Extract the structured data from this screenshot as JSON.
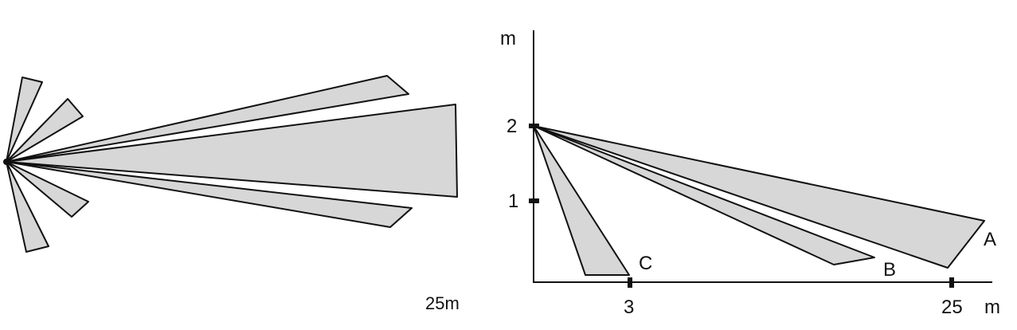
{
  "colors": {
    "zone_fill": "#d7d7d7",
    "stroke": "#111111",
    "background": "#ffffff"
  },
  "top_view": {
    "range_label": "25m"
  },
  "side_view": {
    "y_axis_unit": "m",
    "x_axis_unit": "m",
    "y_ticks": [
      "1",
      "2"
    ],
    "x_ticks": [
      "3",
      "25"
    ],
    "zone_labels": [
      "A",
      "B",
      "C"
    ]
  }
}
